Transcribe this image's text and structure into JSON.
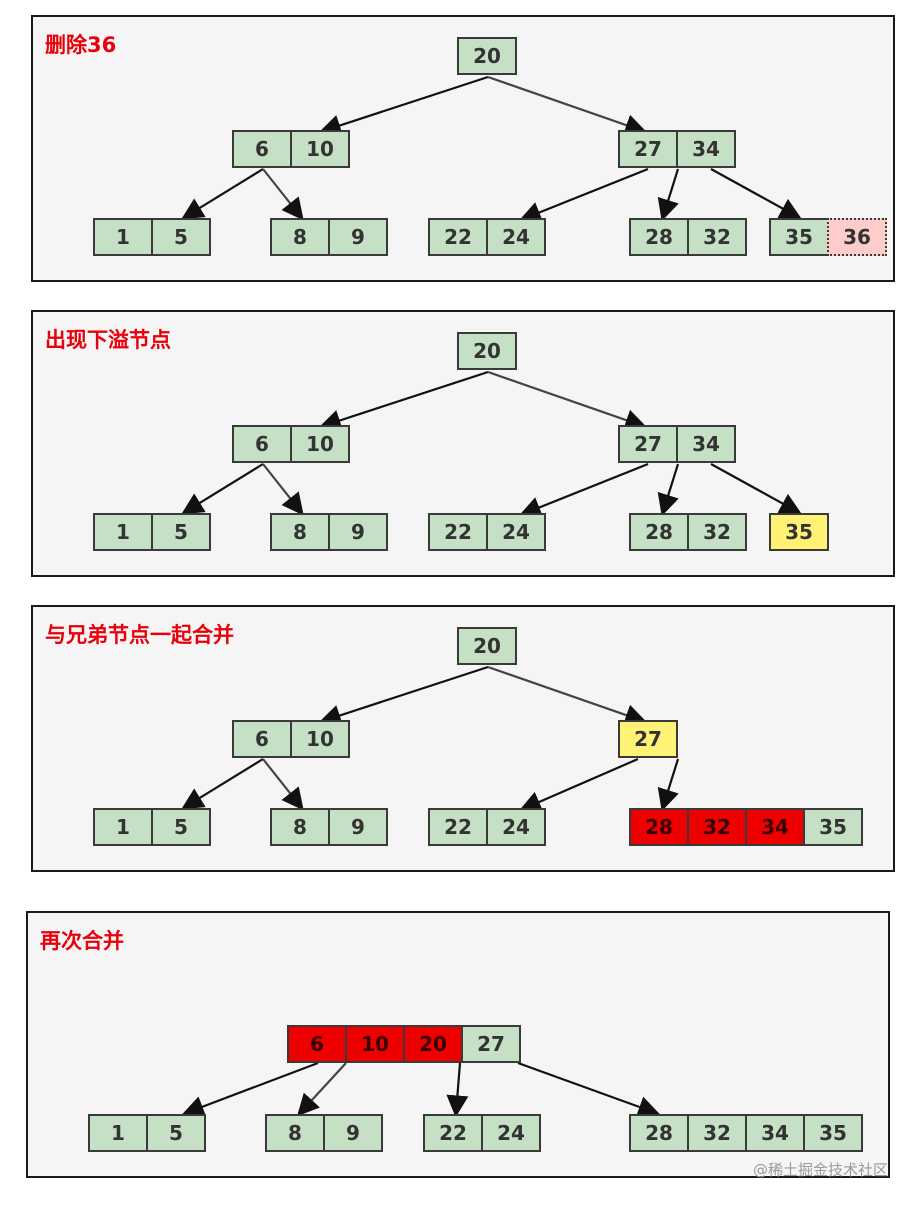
{
  "panels": [
    {
      "id": "panel-1",
      "title": "删除36",
      "nodes": {
        "root": [
          "20"
        ],
        "l1a": [
          "6",
          "10"
        ],
        "l1b": [
          "27",
          "34"
        ],
        "l2a": [
          "1",
          "5"
        ],
        "l2b": [
          "8",
          "9"
        ],
        "l2c": [
          "22",
          "24"
        ],
        "l2d": [
          "28",
          "32"
        ],
        "l2e": [
          "35",
          "36"
        ]
      },
      "highlight": {
        "l2e.1": "pink"
      }
    },
    {
      "id": "panel-2",
      "title": "出现下溢节点",
      "nodes": {
        "root": [
          "20"
        ],
        "l1a": [
          "6",
          "10"
        ],
        "l1b": [
          "27",
          "34"
        ],
        "l2a": [
          "1",
          "5"
        ],
        "l2b": [
          "8",
          "9"
        ],
        "l2c": [
          "22",
          "24"
        ],
        "l2d": [
          "28",
          "32"
        ],
        "l2e": [
          "35"
        ]
      },
      "highlight": {
        "l2e.0": "yellow"
      }
    },
    {
      "id": "panel-3",
      "title": "与兄弟节点一起合并",
      "nodes": {
        "root": [
          "20"
        ],
        "l1a": [
          "6",
          "10"
        ],
        "l1b": [
          "27"
        ],
        "l2a": [
          "1",
          "5"
        ],
        "l2b": [
          "8",
          "9"
        ],
        "l2c": [
          "22",
          "24"
        ],
        "l2d": [
          "28",
          "32",
          "34",
          "35"
        ]
      },
      "highlight": {
        "l1b.0": "yellow",
        "l2d.0": "red",
        "l2d.1": "red",
        "l2d.2": "red"
      }
    },
    {
      "id": "panel-4",
      "title": "再次合并",
      "nodes": {
        "root": [
          "6",
          "10",
          "20",
          "27"
        ],
        "l2a": [
          "1",
          "5"
        ],
        "l2b": [
          "8",
          "9"
        ],
        "l2c": [
          "22",
          "24"
        ],
        "l2d": [
          "28",
          "32",
          "34",
          "35"
        ]
      },
      "highlight": {
        "root.0": "red",
        "root.1": "red",
        "root.2": "red"
      }
    }
  ],
  "colors": {
    "node_fill": "#c6e0c6",
    "node_border": "#3a3a3a",
    "underflow": "#fff275",
    "merged": "#ee0000",
    "deleted": "#ffcccc",
    "title": "#e8000b"
  },
  "watermark": "@稀土掘金技术社区"
}
